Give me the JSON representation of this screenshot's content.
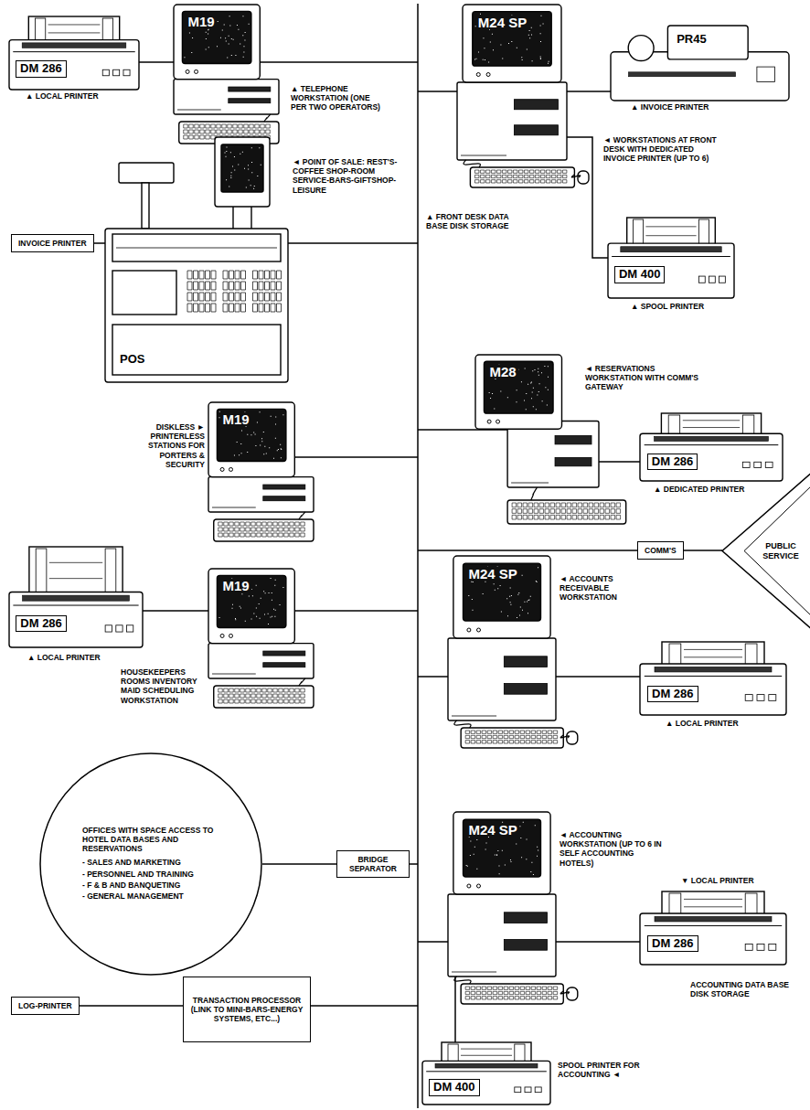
{
  "diagram": {
    "nodes": [
      {
        "text": [
          "DM 286"
        ]
      },
      {
        "text": [
          "M19"
        ]
      },
      {
        "text": [
          "M24 SP"
        ]
      },
      {
        "text": [
          "PR45"
        ]
      },
      {
        "text": [
          "POS"
        ]
      },
      {
        "text": [
          "INVOICE PRINTER"
        ]
      },
      {
        "text": [
          "DM 400"
        ]
      },
      {
        "text": [
          "M19"
        ]
      },
      {
        "text": [
          "M28"
        ]
      },
      {
        "text": [
          "DM 286"
        ]
      },
      {
        "text": [
          "COMM'S"
        ]
      },
      {
        "text": [
          "PUBLIC SERVICE"
        ]
      },
      {
        "text": [
          "DM 286"
        ]
      },
      {
        "text": [
          "M19"
        ]
      },
      {
        "text": [
          "M24 SP"
        ]
      },
      {
        "text": [
          "DM 286"
        ]
      },
      {
        "text": [
          "OFFICES WITH SPACE ACCESS TO HOTEL DATA BASES AND RESERVATIONS",
          "- SALES AND MARKETING",
          "- PERSONNEL AND TRAINING",
          "- F & B AND BANQUETING",
          "- GENERAL MANAGEMENT"
        ]
      },
      {
        "text": [
          "BRIDGE SEPARATOR"
        ]
      },
      {
        "text": [
          "M24 SP"
        ]
      },
      {
        "text": [
          "DM 286"
        ]
      },
      {
        "text": [
          "LOG-PRINTER"
        ]
      },
      {
        "text": [
          "TRANSACTION PROCESSOR (LINK TO MINI-BARS-ENERGY SYSTEMS, ETC...)"
        ]
      },
      {
        "text": [
          "DM 400"
        ]
      }
    ],
    "edges": [
      {
        "from": 0,
        "to": 1,
        "arrow": "none"
      },
      {
        "from": 2,
        "to": 3,
        "arrow": "none"
      },
      {
        "from": 2,
        "to": 6,
        "arrow": "none"
      },
      {
        "from": 5,
        "to": 4,
        "arrow": "none"
      },
      {
        "from": 8,
        "to": 9,
        "arrow": "none"
      },
      {
        "from": 10,
        "to": 11,
        "arrow": "none"
      },
      {
        "from": 12,
        "to": 13,
        "arrow": "none"
      },
      {
        "from": 14,
        "to": 15,
        "arrow": "none"
      },
      {
        "from": 16,
        "to": 17,
        "arrow": "none"
      },
      {
        "from": 18,
        "to": 19,
        "arrow": "none"
      },
      {
        "from": 18,
        "to": 22,
        "arrow": "none"
      },
      {
        "from": 20,
        "to": 21,
        "arrow": "none"
      }
    ],
    "labels": [
      "▲ LOCAL PRINTER",
      "▲ TELEPHONE WORKSTATION (ONE PER TWO OPERATORS)",
      "◄ POINT OF SALE: REST'S-COFFEE SHOP-ROOM SERVICE-BARS-GIFTSHOP-LEISURE",
      "▲ INVOICE PRINTER",
      "◄ WORKSTATIONS AT FRONT DESK WITH DEDICATED INVOICE PRINTER (UP TO 6)",
      "▲ FRONT DESK DATA BASE DISK STORAGE",
      "▲ SPOOL PRINTER",
      "DISKLESS ► PRINTERLESS STATIONS FOR PORTERS & SECURITY",
      "◄ RESERVATIONS WORKSTATION WITH COMM'S GATEWAY",
      "▲ DEDICATED PRINTER",
      "▲ LOCAL PRINTER",
      "HOUSEKEEPERS ROOMS INVENTORY MAID SCHEDULING WORKSTATION",
      "◄ ACCOUNTS RECEIVABLE WORKSTATION",
      "▲ LOCAL PRINTER",
      "▼ LOCAL PRINTER",
      "◄ ACCOUNTING WORKSTATION (UP TO 6 IN SELF ACCOUNTING HOTELS)",
      "ACCOUNTING DATA BASE DISK STORAGE",
      "SPOOL PRINTER FOR ACCOUNTING ◄"
    ]
  }
}
